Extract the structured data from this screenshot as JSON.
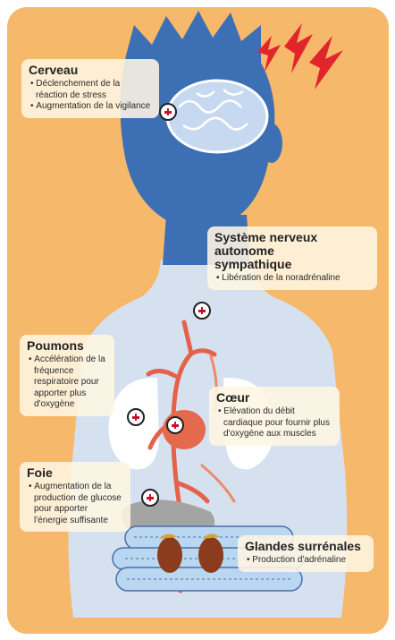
{
  "labels": {
    "cerveau": {
      "title": "Cerveau",
      "items": [
        "Déclenchement de la réaction de stress",
        "Augmentation de la vigilance"
      ]
    },
    "systeme": {
      "title": "Système nerveux autonome sympathique",
      "items": [
        "Libération de la noradrénaline"
      ]
    },
    "poumons": {
      "title": "Poumons",
      "items": [
        "Accélération de la fréquence respiratoire pour apporter plus d'oxygène"
      ]
    },
    "coeur": {
      "title": "Cœur",
      "items": [
        "Elévation du débit cardiaque pour fournir plus d'oxygène aux muscles"
      ]
    },
    "foie": {
      "title": "Foie",
      "items": [
        "Augmentation de la production de glucose pour apporter l'énergie suffisante"
      ]
    },
    "glandes": {
      "title": "Glandes surrénales",
      "items": [
        "Production d'adrénaline"
      ]
    }
  },
  "colors": {
    "background": "#f6b86a",
    "body": "#d6e1f0",
    "head": "#3c6fb4",
    "bolt": "#e0262c",
    "artery": "#e5624a",
    "plus": "#c8102e"
  }
}
